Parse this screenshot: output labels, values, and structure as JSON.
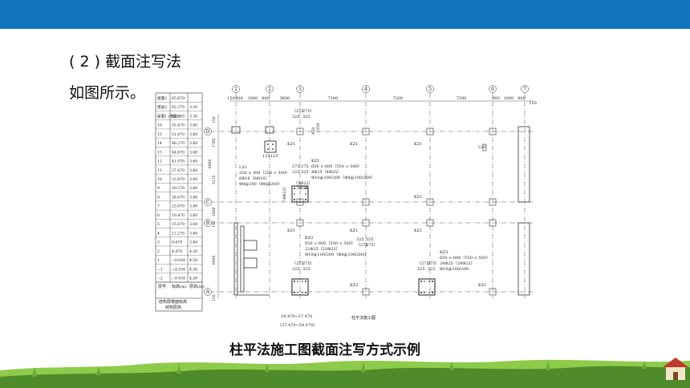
{
  "header": {
    "bar_color": "#0f74ba"
  },
  "content": {
    "heading": "( 2 ) 截面注写法",
    "subtext": "如图所示。",
    "caption": "柱平法施工图截面注写方式示例"
  },
  "drawing": {
    "axis_labels": [
      "1",
      "2",
      "3",
      "4",
      "5",
      "6",
      "7",
      "D",
      "C",
      "B",
      "A"
    ],
    "top_dims": [
      "150",
      "900",
      "1800",
      "900",
      "3600",
      "7200",
      "7200",
      "7200",
      "900",
      "1800",
      "900",
      "150"
    ],
    "left_dims": [
      "150",
      "1785",
      "5115",
      "6900",
      "1800",
      "150",
      "6900",
      "150"
    ],
    "floor_table": {
      "rows": [
        [
          "屋面2",
          "65.670",
          ""
        ],
        [
          "塔层2",
          "62.370",
          "3.30"
        ],
        [
          "屋面1\n(塔层1)",
          "59.070",
          "3.30"
        ],
        [
          "16",
          "55.470",
          "3.60"
        ],
        [
          "15",
          "51.870",
          "3.60"
        ],
        [
          "14",
          "48.270",
          "3.60"
        ],
        [
          "13",
          "44.670",
          "3.60"
        ],
        [
          "12",
          "41.070",
          "3.60"
        ],
        [
          "11",
          "37.470",
          "3.60"
        ],
        [
          "10",
          "33.870",
          "3.60"
        ],
        [
          "9",
          "30.270",
          "3.60"
        ],
        [
          "8",
          "26.670",
          "3.60"
        ],
        [
          "7",
          "23.070",
          "3.60"
        ],
        [
          "6",
          "19.470",
          "3.60"
        ],
        [
          "5",
          "15.870",
          "3.60"
        ],
        [
          "4",
          "12.270",
          "3.60"
        ],
        [
          "3",
          "8.670",
          "3.60"
        ],
        [
          "2",
          "4.470",
          "4.20"
        ],
        [
          "1",
          "−0.030",
          "4.50"
        ],
        [
          "−1",
          "−4.530",
          "4.50"
        ],
        [
          "−2",
          "−9.030",
          "4.50"
        ]
      ],
      "footer_cols": [
        "层号",
        "标高(m)",
        "层高(m)"
      ],
      "footer_note1": "结构层楼面标高",
      "footer_note2": "结构层高"
    },
    "column_labels": {
      "kz1": "KZ1",
      "kz2": "KZ2",
      "kz3": "KZ3",
      "lz1": "LZ1"
    },
    "annotations": {
      "kz1_main": [
        "KZ1",
        "650 × 600（550 × 500）",
        "4Φ25（4Φ25）",
        "Φ10@100/200（Φ8@100/200）"
      ],
      "kz1_side": [
        "275",
        "275",
        "325",
        "325"
      ],
      "lz1_main": [
        "LZ1",
        "250 × 300（250 × 300）",
        "6Φ16（6Φ16）",
        "Φ8@200（Φ8@200）"
      ],
      "lz1_dims": [
        "150",
        "150",
        "125",
        "125"
      ],
      "kz1_top": [
        "（275",
        "275）",
        "325",
        "325"
      ],
      "kz1_right": [
        "450",
        "150",
        "（350",
        "150）"
      ],
      "kz2_main": [
        "KZ2",
        "650 × 600（550 × 500）",
        "22Φ25（22Φ22）",
        "Φ10@100/200（Φ8@100/200）"
      ],
      "kz2_dims": [
        "（275",
        "275）",
        "325",
        "325"
      ],
      "kz3_main": [
        "KZ3",
        "650 × 600（550 × 500）",
        "24Φ25（24Φ22）",
        "Φ10@100/200"
      ],
      "kz3_dims": [
        "（275",
        "275）",
        "325",
        "325"
      ],
      "kz2_mid": [
        "325",
        "325",
        "（275",
        "275）"
      ],
      "side_5d22": "（5Φ22）",
      "side_5d25": "5Φ25",
      "side_4d22": "（4Φ22）",
      "bottom_range": "19.470~37.470",
      "bottom_range2": "（37.470~59.470）",
      "plan_title": "柱平法施工图"
    }
  },
  "colors": {
    "ink": "#222222",
    "grid_line": "#555555",
    "grass_dark": "#4f8a2b",
    "grass_light": "#8ecb4a",
    "sky": "#dbe9d2"
  }
}
